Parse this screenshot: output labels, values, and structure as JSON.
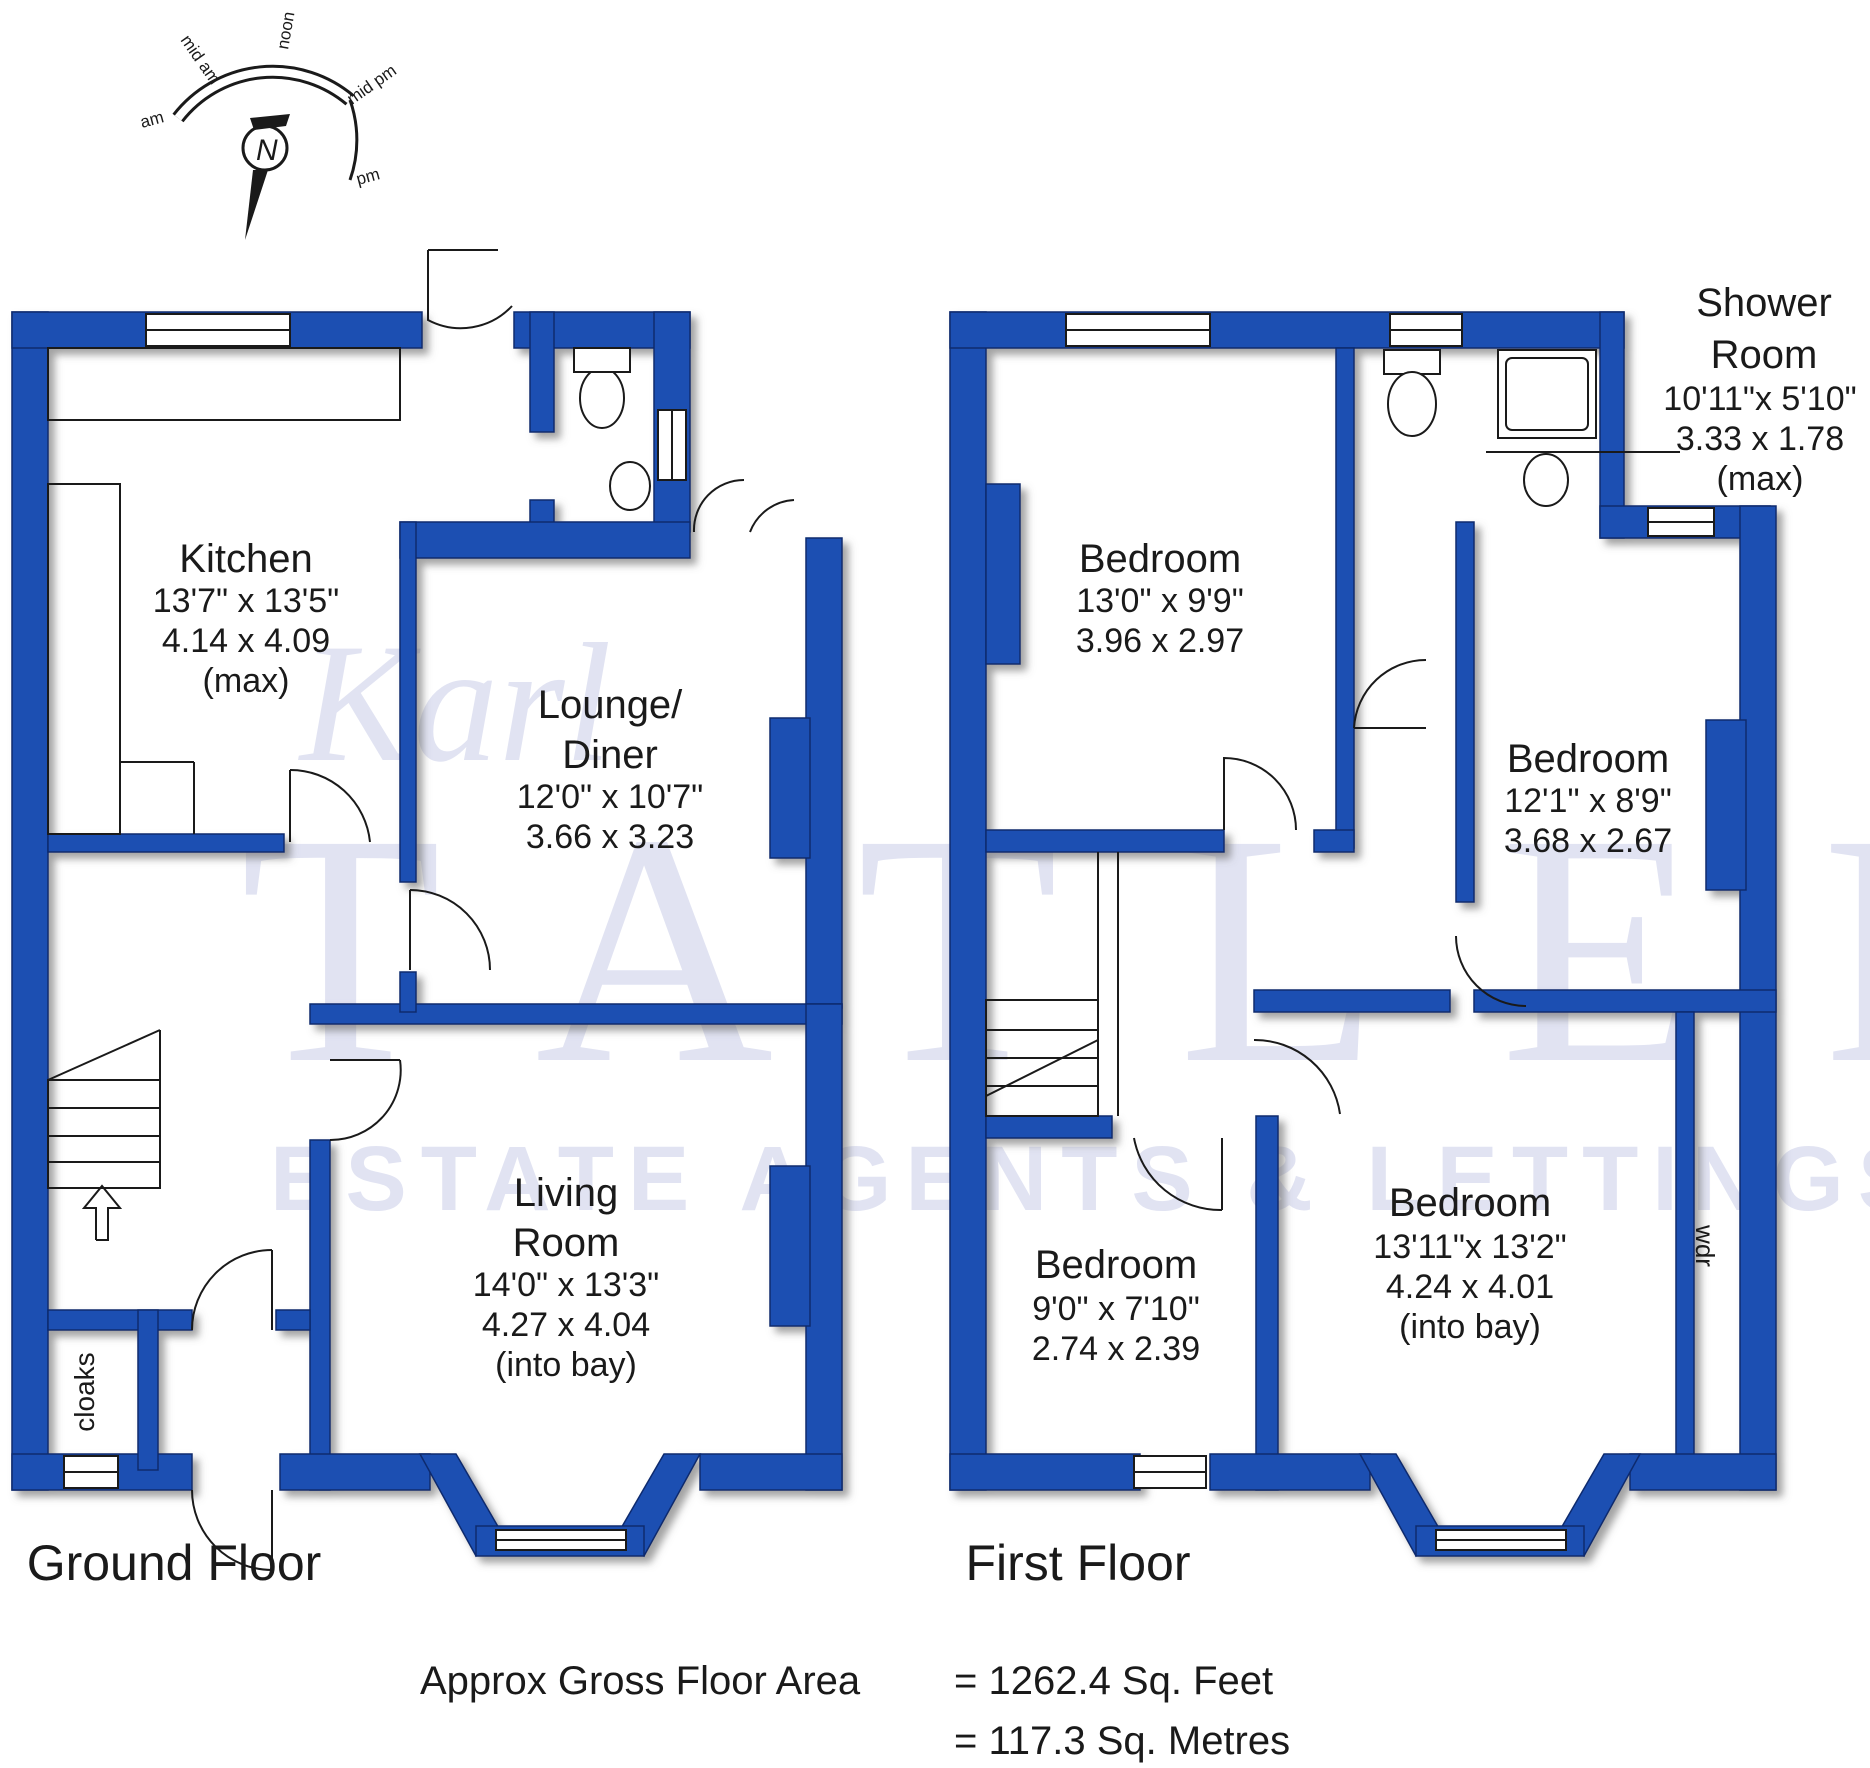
{
  "compass": {
    "north": "N",
    "arc_labels": [
      "mid am",
      "noon",
      "mid pm",
      "am",
      "pm"
    ]
  },
  "watermark": {
    "script": "Karl",
    "name": "TATLER",
    "tagline": "ESTATE AGENTS & LETTINGS"
  },
  "floors": {
    "ground": {
      "title": "Ground Floor",
      "rooms": {
        "kitchen": {
          "name": [
            "Kitchen"
          ],
          "dims": [
            "13'7\" x 13'5\"",
            "4.14 x 4.09",
            "(max)"
          ]
        },
        "lounge": {
          "name": [
            "Lounge/",
            "Diner"
          ],
          "dims": [
            "12'0\" x 10'7\"",
            "3.66 x 3.23"
          ]
        },
        "living": {
          "name": [
            "Living",
            "Room"
          ],
          "dims": [
            "14'0\" x 13'3\"",
            "4.27 x 4.04",
            "(into bay)"
          ]
        },
        "cloaks": {
          "name": [
            "cloaks"
          ]
        }
      }
    },
    "first": {
      "title": "First Floor",
      "rooms": {
        "shower": {
          "name": [
            "Shower",
            "Room"
          ],
          "dims": [
            "10'11\"x 5'10\"",
            "3.33 x 1.78",
            "(max)"
          ]
        },
        "bed1": {
          "name": [
            "Bedroom"
          ],
          "dims": [
            "13'0\" x 9'9\"",
            "3.96 x 2.97"
          ]
        },
        "bed2": {
          "name": [
            "Bedroom"
          ],
          "dims": [
            "12'1\" x 8'9\"",
            "3.68 x 2.67"
          ]
        },
        "bed3": {
          "name": [
            "Bedroom"
          ],
          "dims": [
            "9'0\" x 7'10\"",
            "2.74 x 2.39"
          ]
        },
        "bed4": {
          "name": [
            "Bedroom"
          ],
          "dims": [
            "13'11\"x 13'2\"",
            "4.24 x 4.01",
            "(into bay)"
          ]
        },
        "wdr": {
          "name": [
            "wdr"
          ]
        }
      }
    }
  },
  "area": {
    "label": "Approx Gross Floor Area",
    "sq_feet": "=  1262.4  Sq. Feet",
    "sq_metres": "=  117.3  Sq. Metres"
  },
  "colors": {
    "wall": "#1e4fb2",
    "wall_shadow": "#7a7a7a",
    "window": "#ffffff",
    "text": "#1a1a1a",
    "watermark": "#c9cde8"
  }
}
